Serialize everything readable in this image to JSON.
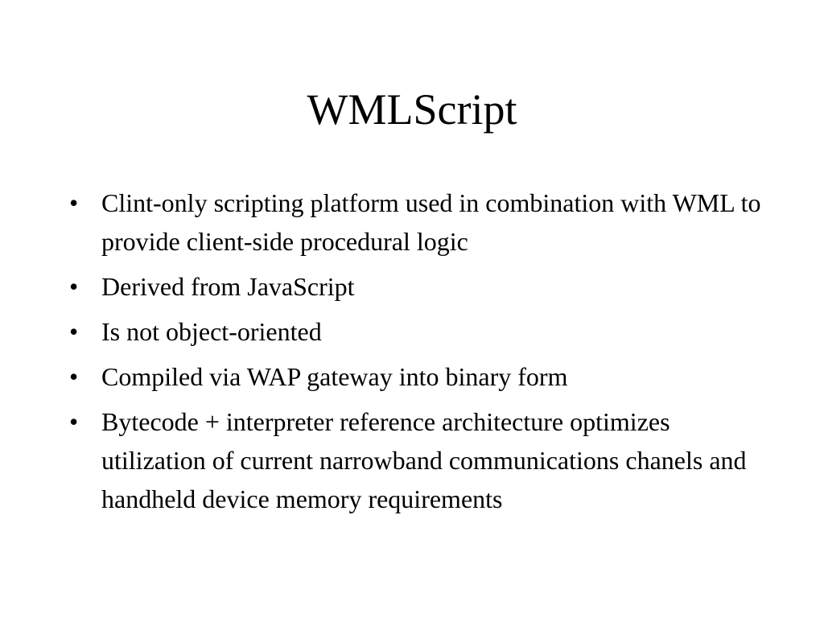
{
  "slide": {
    "title": "WMLScript",
    "bullet_symbol": "•",
    "bullets": [
      {
        "text": "Clint-only scripting platform used in combination with WML to provide client-side procedural logic"
      },
      {
        "text": "Derived from JavaScript"
      },
      {
        "text": "Is not object-oriented"
      },
      {
        "text": "Compiled via WAP gateway into binary form"
      },
      {
        "text": "Bytecode + interpreter reference architecture optimizes utilization of current narrowband communications chanels and handheld device memory requirements"
      }
    ]
  }
}
